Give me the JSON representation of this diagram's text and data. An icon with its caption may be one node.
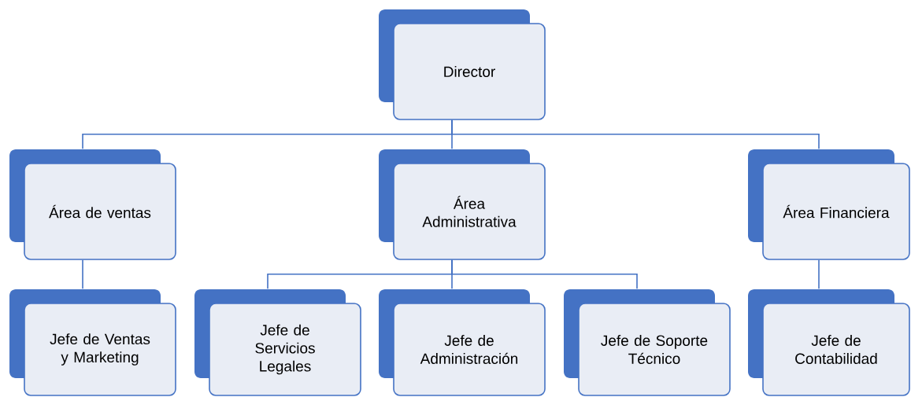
{
  "diagram": {
    "nodes": [
      {
        "text": [
          "Director"
        ]
      },
      {
        "text": [
          "Área de ventas"
        ]
      },
      {
        "text": [
          "Área Administrativa"
        ]
      },
      {
        "text": [
          "Área Financiera"
        ]
      },
      {
        "text": [
          "Jefe de Ventas y Marketing"
        ]
      },
      {
        "text": [
          "Jefe de Servicios Legales"
        ]
      },
      {
        "text": [
          "Jefe de Administración"
        ]
      },
      {
        "text": [
          "Jefe de Soporte Técnico"
        ]
      },
      {
        "text": [
          "Jefe de Contabilidad"
        ]
      }
    ],
    "edges": [
      {
        "from": 0,
        "to": 1,
        "arrow": "none"
      },
      {
        "from": 0,
        "to": 2,
        "arrow": "none"
      },
      {
        "from": 0,
        "to": 3,
        "arrow": "none"
      },
      {
        "from": 1,
        "to": 4,
        "arrow": "none"
      },
      {
        "from": 2,
        "to": 5,
        "arrow": "none"
      },
      {
        "from": 2,
        "to": 6,
        "arrow": "none"
      },
      {
        "from": 2,
        "to": 7,
        "arrow": "none"
      },
      {
        "from": 3,
        "to": 8,
        "arrow": "none"
      }
    ]
  }
}
